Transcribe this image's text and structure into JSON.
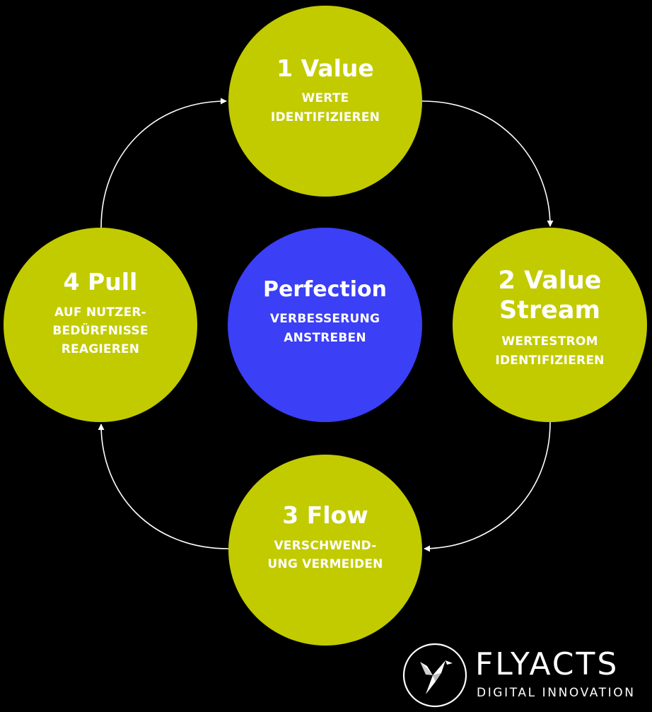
{
  "colors": {
    "background": "#000000",
    "step_circle": "#c2cb00",
    "center_circle": "#3b3ff5",
    "text": "#ffffff",
    "arrow": "#ffffff"
  },
  "steps": [
    {
      "title": "1 Value",
      "subtitle": "WERTE\nIDENTIFIZIEREN"
    },
    {
      "title": "2 Value\nStream",
      "subtitle": "WERTESTROM\nIDENTIFIZIEREN"
    },
    {
      "title": "3 Flow",
      "subtitle": "VERSCHWEND-\nUNG VERMEIDEN"
    },
    {
      "title": "4 Pull",
      "subtitle": "AUF NUTZER-\nBEDÜRFNISSE\nREAGIEREN"
    }
  ],
  "center": {
    "title": "Perfection",
    "subtitle": "VERBESSERUNG\nANSTREBEN"
  },
  "logo": {
    "name": "FLYACTS",
    "tagline": "DIGITAL INNOVATION",
    "icon": "origami-bird-icon"
  }
}
